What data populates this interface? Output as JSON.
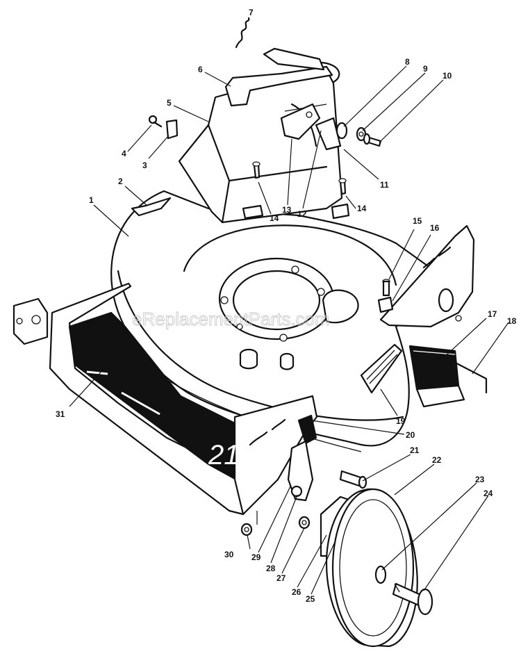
{
  "watermark": "eReplacementParts.com",
  "deck_marking": "21",
  "callouts": [
    "1",
    "2",
    "3",
    "4",
    "5",
    "6",
    "7",
    "8",
    "9",
    "10",
    "11",
    "12",
    "13",
    "14",
    "14",
    "15",
    "16",
    "17",
    "18",
    "19",
    "20",
    "21",
    "22",
    "23",
    "24",
    "25",
    "26",
    "27",
    "28",
    "29",
    "30",
    "31"
  ]
}
